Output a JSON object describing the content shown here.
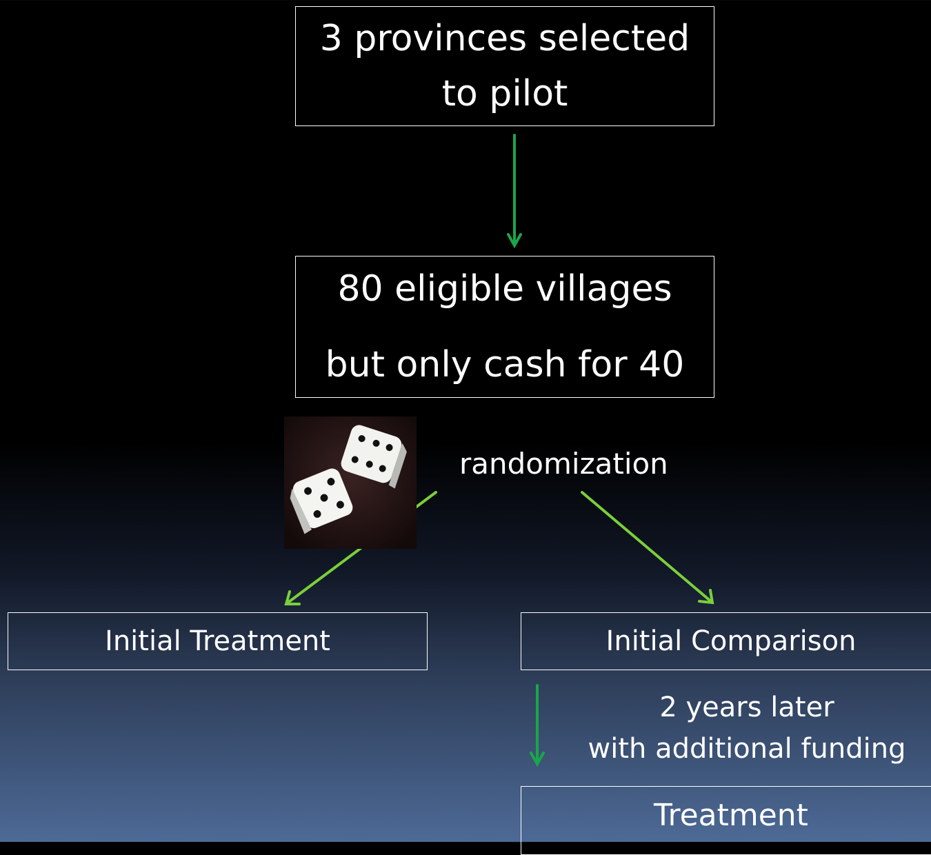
{
  "boxes": {
    "provinces": {
      "line1": "3 provinces selected",
      "line2": "to pilot"
    },
    "villages": {
      "line1": "80 eligible villages",
      "line2": "but only cash for 40"
    },
    "initial_treatment": "Initial Treatment",
    "initial_comparison": "Initial Comparison",
    "treatment": "Treatment"
  },
  "labels": {
    "randomization": "randomization",
    "later_line1": "2 years later",
    "later_line2": "with additional funding"
  },
  "icons": {
    "dice": "dice-icon"
  },
  "colors": {
    "arrow_dark_green": "#1aa64a",
    "arrow_light_green": "#7ad03a",
    "box_border": "#ffffff",
    "text": "#ffffff"
  }
}
